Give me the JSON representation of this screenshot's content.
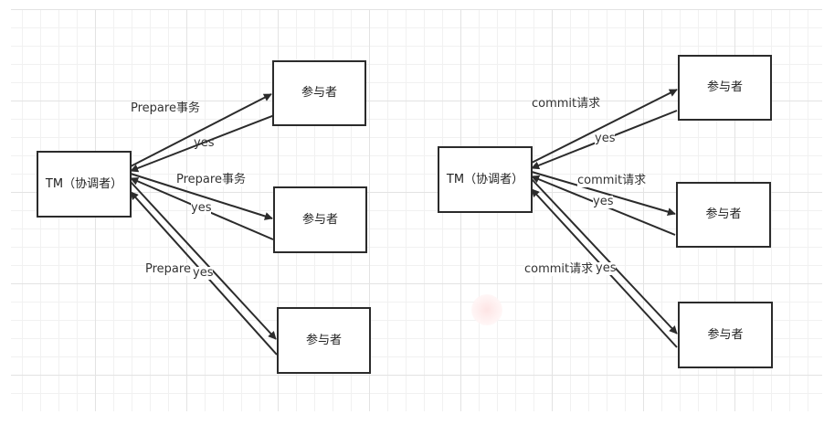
{
  "left": {
    "coordinator": "TM（协调者）",
    "participants": [
      "参与者",
      "参与者",
      "参与者"
    ],
    "labels": {
      "prepare1": "Prepare事务",
      "yes1": "yes",
      "prepare2": "Prepare事务",
      "yes2": "yes",
      "prepare3": "Prepare",
      "yes3": "yes"
    }
  },
  "right": {
    "coordinator": "TM（协调者）",
    "participants": [
      "参与者",
      "参与者",
      "参与者"
    ],
    "labels": {
      "commit1": "commit请求",
      "yes1": "yes",
      "commit2": "commit请求",
      "yes2": "yes",
      "commit3": "commit请求",
      "yes3": "yes"
    }
  },
  "colors": {
    "line": "#2b2b2b",
    "grid": "#e3e3e3"
  }
}
